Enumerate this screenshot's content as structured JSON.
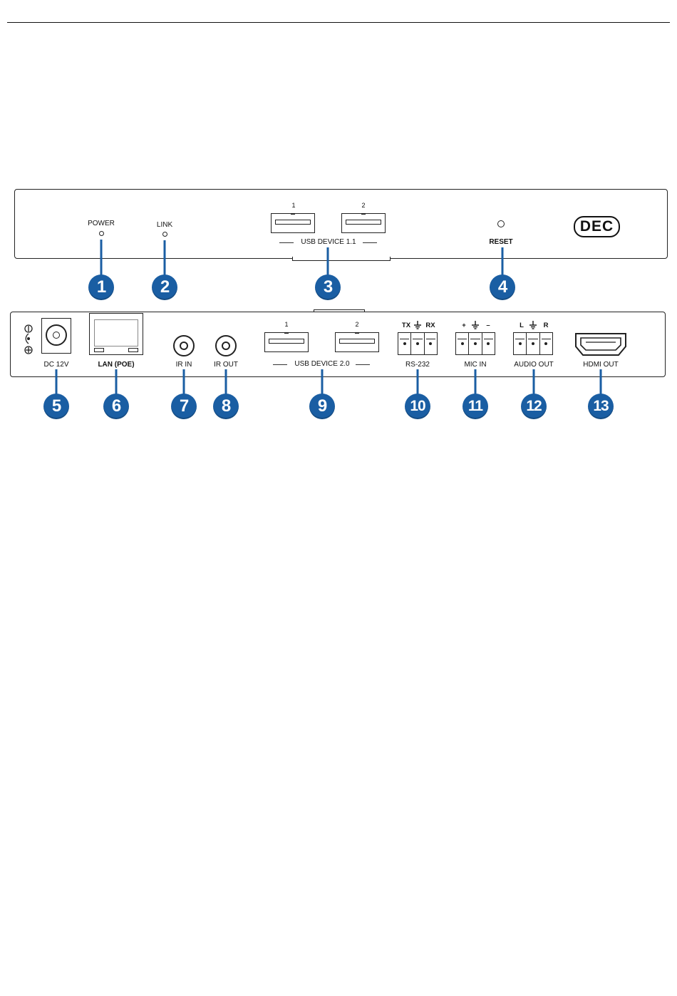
{
  "front_panel": {
    "power_label": "POWER",
    "link_label": "LINK",
    "usb_device_11_label": "USB DEVICE 1.1",
    "usb_port_1_num": "1",
    "usb_port_2_num": "2",
    "reset_label": "RESET",
    "dec_badge": "DEC"
  },
  "rear_panel": {
    "dc_label": "DC 12V",
    "lan_label": "LAN (POE)",
    "ir_in_label": "IR IN",
    "ir_out_label": "IR OUT",
    "usb_device_20_label": "USB DEVICE 2.0",
    "usb_port_1_num": "1",
    "usb_port_2_num": "2",
    "rs232_top": [
      "TX",
      "RX"
    ],
    "rs232_label": "RS-232",
    "mic_top": [
      "+",
      "–"
    ],
    "mic_label": "MIC IN",
    "audio_top": [
      "L",
      "R"
    ],
    "audio_label": "AUDIO OUT",
    "hdmi_label": "HDMI OUT"
  },
  "callouts": [
    "1",
    "2",
    "3",
    "4",
    "5",
    "6",
    "7",
    "8",
    "9",
    "10",
    "11",
    "12",
    "13"
  ],
  "colors": {
    "callout_blue": "#1a5ea3"
  }
}
